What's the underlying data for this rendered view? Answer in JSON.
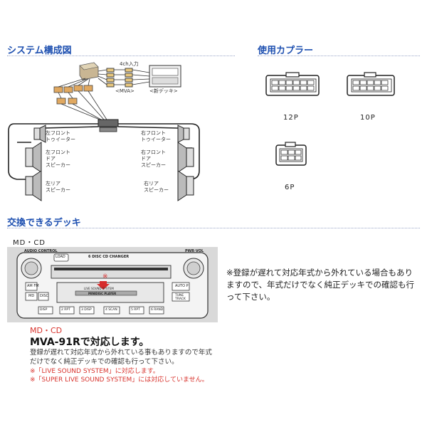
{
  "sections": {
    "system_title": "システム構成図",
    "coupler_title": "使用カプラー",
    "deck_title": "交換できるデッキ"
  },
  "diagram": {
    "input_label": "4ch入力",
    "mva_label": "<MVA>",
    "new_deck_label": "<新デッキ>",
    "left_front_tweeter": [
      "左フロント",
      "トゥイーター"
    ],
    "left_front_door": [
      "左フロント",
      "ドア",
      "スピーカー"
    ],
    "left_rear": [
      "左リア",
      "スピーカー"
    ],
    "right_front_tweeter": [
      "右フロント",
      "トゥイーター"
    ],
    "right_front_door": [
      "右フロント",
      "ドア",
      "スピーカー"
    ],
    "right_rear": [
      "右リア",
      "スピーカー"
    ]
  },
  "couplers": [
    {
      "label": "12P"
    },
    {
      "label": "10P"
    },
    {
      "label": "6P"
    }
  ],
  "deck": {
    "type_label": "MD・CD",
    "note": "※登録が遅れて対応年式から外れている場合もありますので、年式だけでなく純正デッキでの確認も行って下さい。",
    "panel": {
      "audio_control": "AUDIO CONTROL",
      "pwr_vol": "PWR·VOL",
      "load": "LOAD",
      "changer": "6 DISC CD CHANGER",
      "live_sound": "LIVE SOUND SYSTEM",
      "minidisc": "MINIDISC PLAYER",
      "am_fm": "AM FM",
      "md": "MD",
      "disc": "DISC",
      "auto_p": "AUTO P",
      "tune_track": "TUNE TRACK",
      "mark": "※",
      "presets": [
        "DISP",
        "2 RPT",
        "3 DISP",
        "4 SCAN",
        "5 RPT",
        "6 RAND"
      ]
    },
    "caption": {
      "type": "MD・CD",
      "title": "MVA-91Rで対応します。",
      "body": "登録が遅れて対応年式から外れている事もありますので年式だけでなく純正デッキでの確認も行って下さい。",
      "note1": "※「LIVE SOUND SYSTEM」に対応します。",
      "note2": "※「SUPER LIVE SOUND SYSTEM」には対応していません。"
    }
  }
}
